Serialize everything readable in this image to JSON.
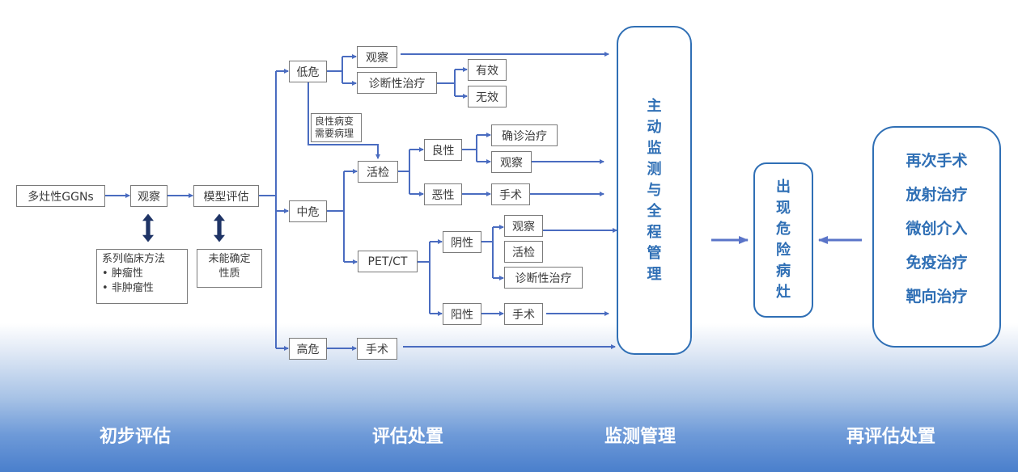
{
  "colors": {
    "line": "#4a6cc0",
    "box_border": "#7a7a7a",
    "rounded_border": "#2f6fb5",
    "double_arrow": "#1f3466",
    "band_bottom": "#4a7fcc"
  },
  "initial": {
    "start": "多灶性GGNs",
    "observe": "观察",
    "model": "模型评估",
    "note_methods": {
      "title": "系列临床方法",
      "bullets": [
        "肿瘤性",
        "非肿瘤性"
      ]
    },
    "note_uncertain": {
      "line1": "未能确定",
      "line2": "性质"
    },
    "double_arrow_icon": "double-vertical-arrow"
  },
  "risk": {
    "low": "低危",
    "mid": "中危",
    "high": "高危"
  },
  "low_branch": {
    "observe": "观察",
    "diag_treat": "诊断性治疗",
    "effective": "有效",
    "ineffective": "无效",
    "benign_note": [
      "良性病变",
      "需要病理"
    ]
  },
  "mid_branch": {
    "biopsy": "活检",
    "benign": "良性",
    "confirm_treat": "确诊治疗",
    "benign_observe": "观察",
    "malignant": "恶性",
    "malignant_surgery": "手术",
    "petct": "PET/CT",
    "negative": "阴性",
    "neg_observe": "观察",
    "neg_biopsy": "活检",
    "neg_diag_treat": "诊断性治疗",
    "positive": "阳性",
    "pos_surgery": "手术"
  },
  "high_branch": {
    "surgery": "手术"
  },
  "monitor_box": {
    "chars": [
      "主",
      "动",
      "监",
      "测",
      "与",
      "全",
      "程",
      "管",
      "理"
    ]
  },
  "risk_lesion_box": {
    "chars": [
      "出",
      "现",
      "危",
      "险",
      "病",
      "灶"
    ]
  },
  "treatments": [
    "再次手术",
    "放射治疗",
    "微创介入",
    "免疫治疗",
    "靶向治疗"
  ],
  "stages": [
    "初步评估",
    "评估处置",
    "监测管理",
    "再评估处置"
  ]
}
